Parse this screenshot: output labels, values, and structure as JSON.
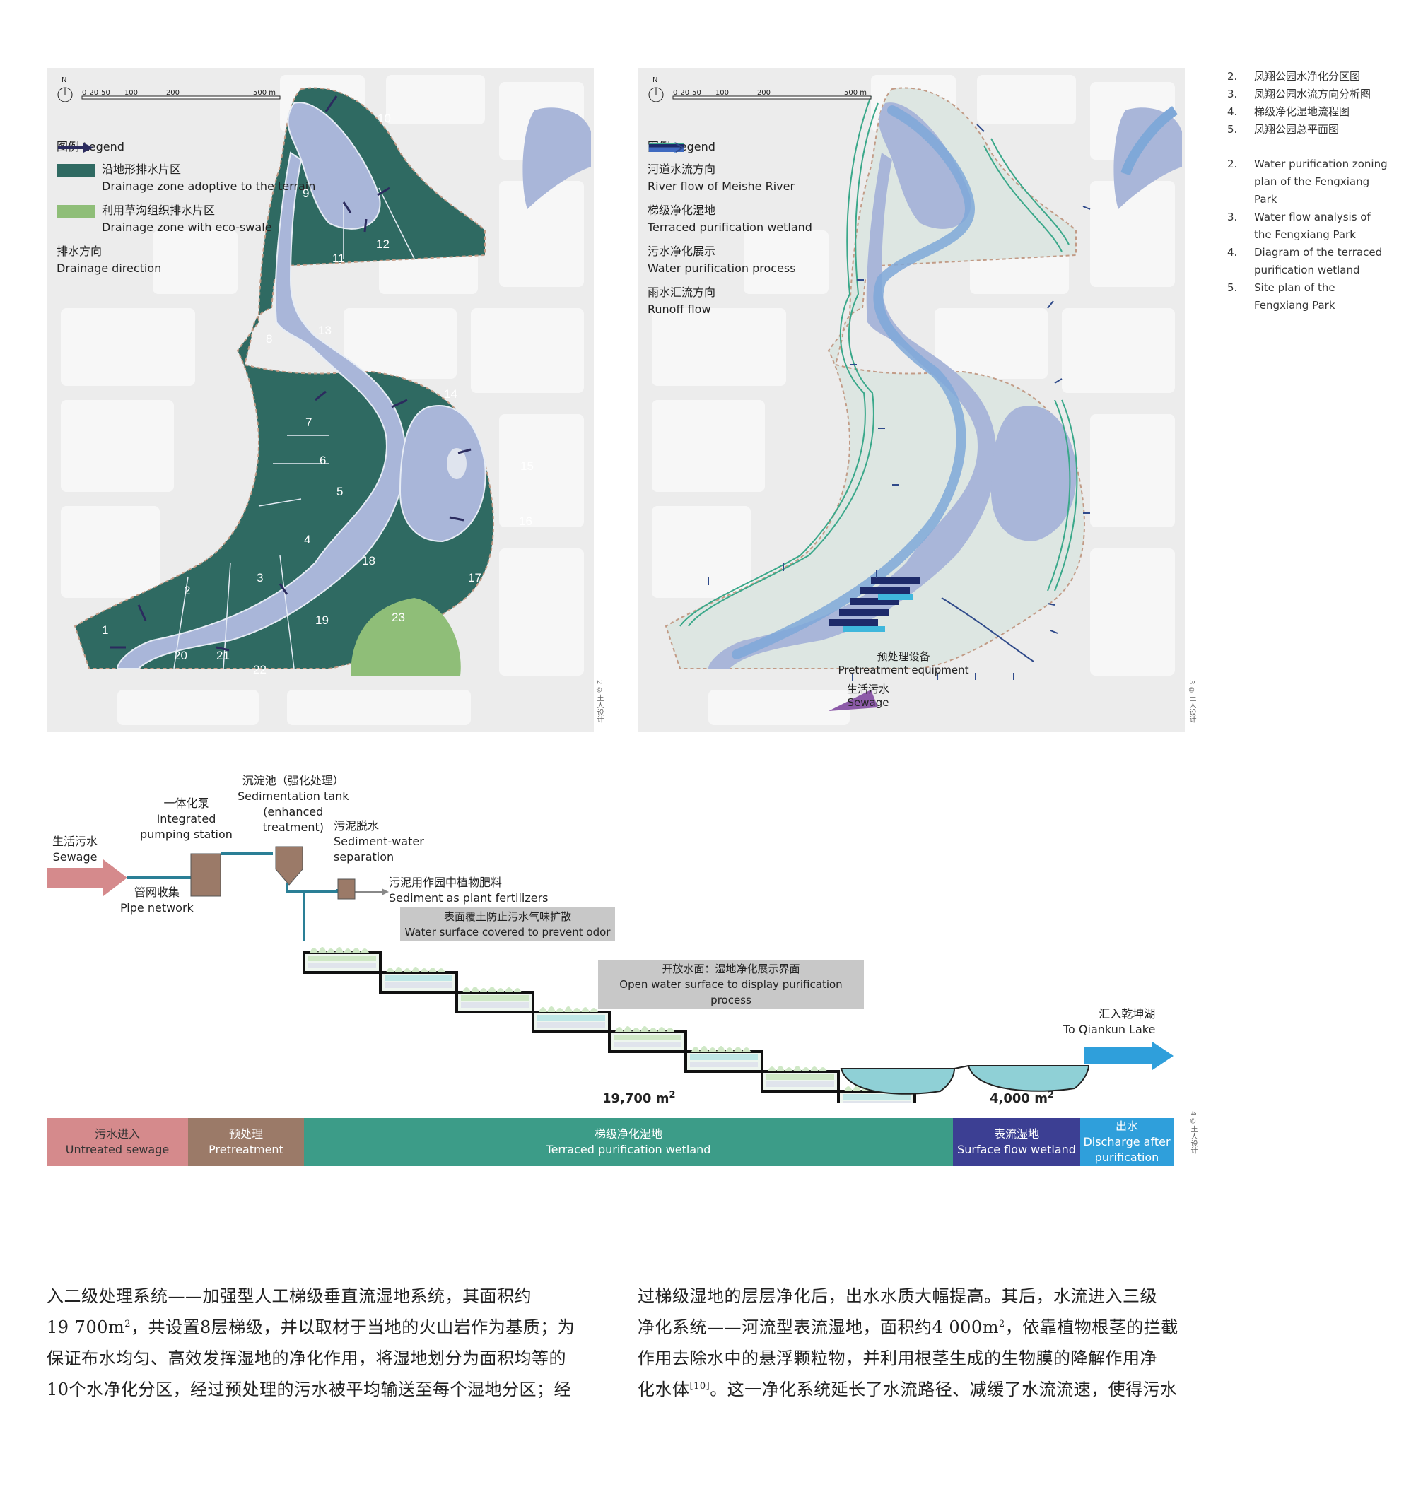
{
  "map2": {
    "scale_labels": [
      "0",
      "20",
      "50",
      "100",
      "200",
      "500 m"
    ],
    "north": "N",
    "legend_title": "图例 Legend",
    "legend": [
      {
        "cn": "沿地形排水片区",
        "en": "Drainage zone adoptive to the terrain",
        "color": "#2f6a62"
      },
      {
        "cn": "利用草沟组织排水片区",
        "en": "Drainage zone with eco-swale",
        "color": "#8fbe78"
      },
      {
        "cn": "排水方向",
        "en": "Drainage direction",
        "color": "#2b2b5e"
      }
    ],
    "zones": [
      "1",
      "2",
      "3",
      "4",
      "5",
      "6",
      "7",
      "8",
      "9",
      "10",
      "11",
      "12",
      "13",
      "14",
      "15",
      "16",
      "17",
      "18",
      "19",
      "20",
      "21",
      "22",
      "23"
    ],
    "credit": "2 ©土人设计"
  },
  "map3": {
    "scale_labels": [
      "0",
      "20",
      "50",
      "100",
      "200",
      "500 m"
    ],
    "north": "N",
    "legend_title": "图例 Legend",
    "legend": [
      {
        "cn": "河道水流方向",
        "en": "River flow of Meishe River",
        "color": "#7fa8d8"
      },
      {
        "cn": "梯级净化湿地",
        "en": "Terraced purification wetland",
        "color": "#3aa88a"
      },
      {
        "cn": "污水净化展示",
        "en": "Water purification process",
        "color": "#1d2a6a"
      },
      {
        "cn": "雨水汇流方向",
        "en": "Runoff flow",
        "color": "#2f4a8a"
      }
    ],
    "pretreatment_label": "预处理设备",
    "pretreatment_label_en": "Pretreatment equipment",
    "sewage_label": "生活污水",
    "sewage_label_en": "Sewage",
    "credit": "3 ©土人设计"
  },
  "captions_cn": [
    {
      "num": "2.",
      "text": "凤翔公园水净化分区图"
    },
    {
      "num": "3.",
      "text": "凤翔公园水流方向分析图"
    },
    {
      "num": "4.",
      "text": "梯级净化湿地流程图"
    },
    {
      "num": "5.",
      "text": "凤翔公园总平面图"
    }
  ],
  "captions_en": [
    {
      "num": "2.",
      "lines": [
        "Water purification zoning",
        "plan of the Fengxiang",
        "Park"
      ]
    },
    {
      "num": "3.",
      "lines": [
        "Water flow analysis of",
        "the Fengxiang Park"
      ]
    },
    {
      "num": "4.",
      "lines": [
        "Diagram of the terraced",
        "purification wetland"
      ]
    },
    {
      "num": "5.",
      "lines": [
        "Site plan of the",
        "Fengxiang Park"
      ]
    }
  ],
  "flow": {
    "sewage": {
      "cn": "生活污水",
      "en": "Sewage"
    },
    "pipe": {
      "cn": "管网收集",
      "en": "Pipe network"
    },
    "pump": {
      "cn": "一体化泵",
      "en1": "Integrated",
      "en2": "pumping station"
    },
    "tank": {
      "cn": "沉淀池（强化处理）",
      "en1": "Sedimentation tank",
      "en2": "(enhanced",
      "en3": "treatment)"
    },
    "sludge": {
      "cn": "污泥脱水",
      "en1": "Sediment-water",
      "en2": "separation"
    },
    "fert": {
      "cn": "污泥用作园中植物肥料",
      "en": "Sediment as plant fertilizers"
    },
    "callout1": {
      "cn": "表面覆土防止污水气味扩散",
      "en": "Water surface covered to prevent odor"
    },
    "callout2": {
      "cn": "开放水面：湿地净化展示界面",
      "en": "Open water surface to display purification process"
    },
    "lake": {
      "cn": "汇入乾坤湖",
      "en": "To Qiankun Lake"
    },
    "area1": "19,700 m",
    "area2": "4,000 m",
    "area_sup": "2",
    "bars": [
      {
        "cn": "污水进入",
        "en": "Untreated sewage",
        "color": "#d58a8c"
      },
      {
        "cn": "预处理",
        "en": "Pretreatment",
        "color": "#9b7a68"
      },
      {
        "cn": "梯级净化湿地",
        "en": "Terraced purification wetland",
        "color": "#3c9c88"
      },
      {
        "cn": "表流湿地",
        "en": "Surface flow wetland",
        "color": "#3c3f93"
      },
      {
        "cn": "出水",
        "en1": "Discharge after",
        "en2": "purification",
        "color": "#2f9fdb"
      }
    ],
    "credit": "4 ©土人设计"
  },
  "body_left": {
    "p1": "入二级处理系统——加强型人工梯级垂直流湿地系统，其面积约",
    "p2a": "19 700m",
    "p2sup": "2",
    "p2b": "，共设置8层梯级，并以取材于当地的火山岩作为基质；为",
    "p3": "保证布水均匀、高效发挥湿地的净化作用，将湿地划分为面积均等的",
    "p4": "10个水净化分区，经过预处理的污水被平均输送至每个湿地分区；经"
  },
  "body_right": {
    "p1": "过梯级湿地的层层净化后，出水水质大幅提高。其后，水流进入三级",
    "p2a": "净化系统——河流型表流湿地，面积约4 000m",
    "p2sup": "2",
    "p2b": "，依靠植物根茎的拦截",
    "p3": "作用去除水中的悬浮颗粒物，并利用根茎生成的生物膜的降解作用净",
    "p4a": "化水体",
    "p4sup": "[10]",
    "p4b": "。这一净化系统延长了水流路径、减缓了水流流速，使得污水"
  }
}
